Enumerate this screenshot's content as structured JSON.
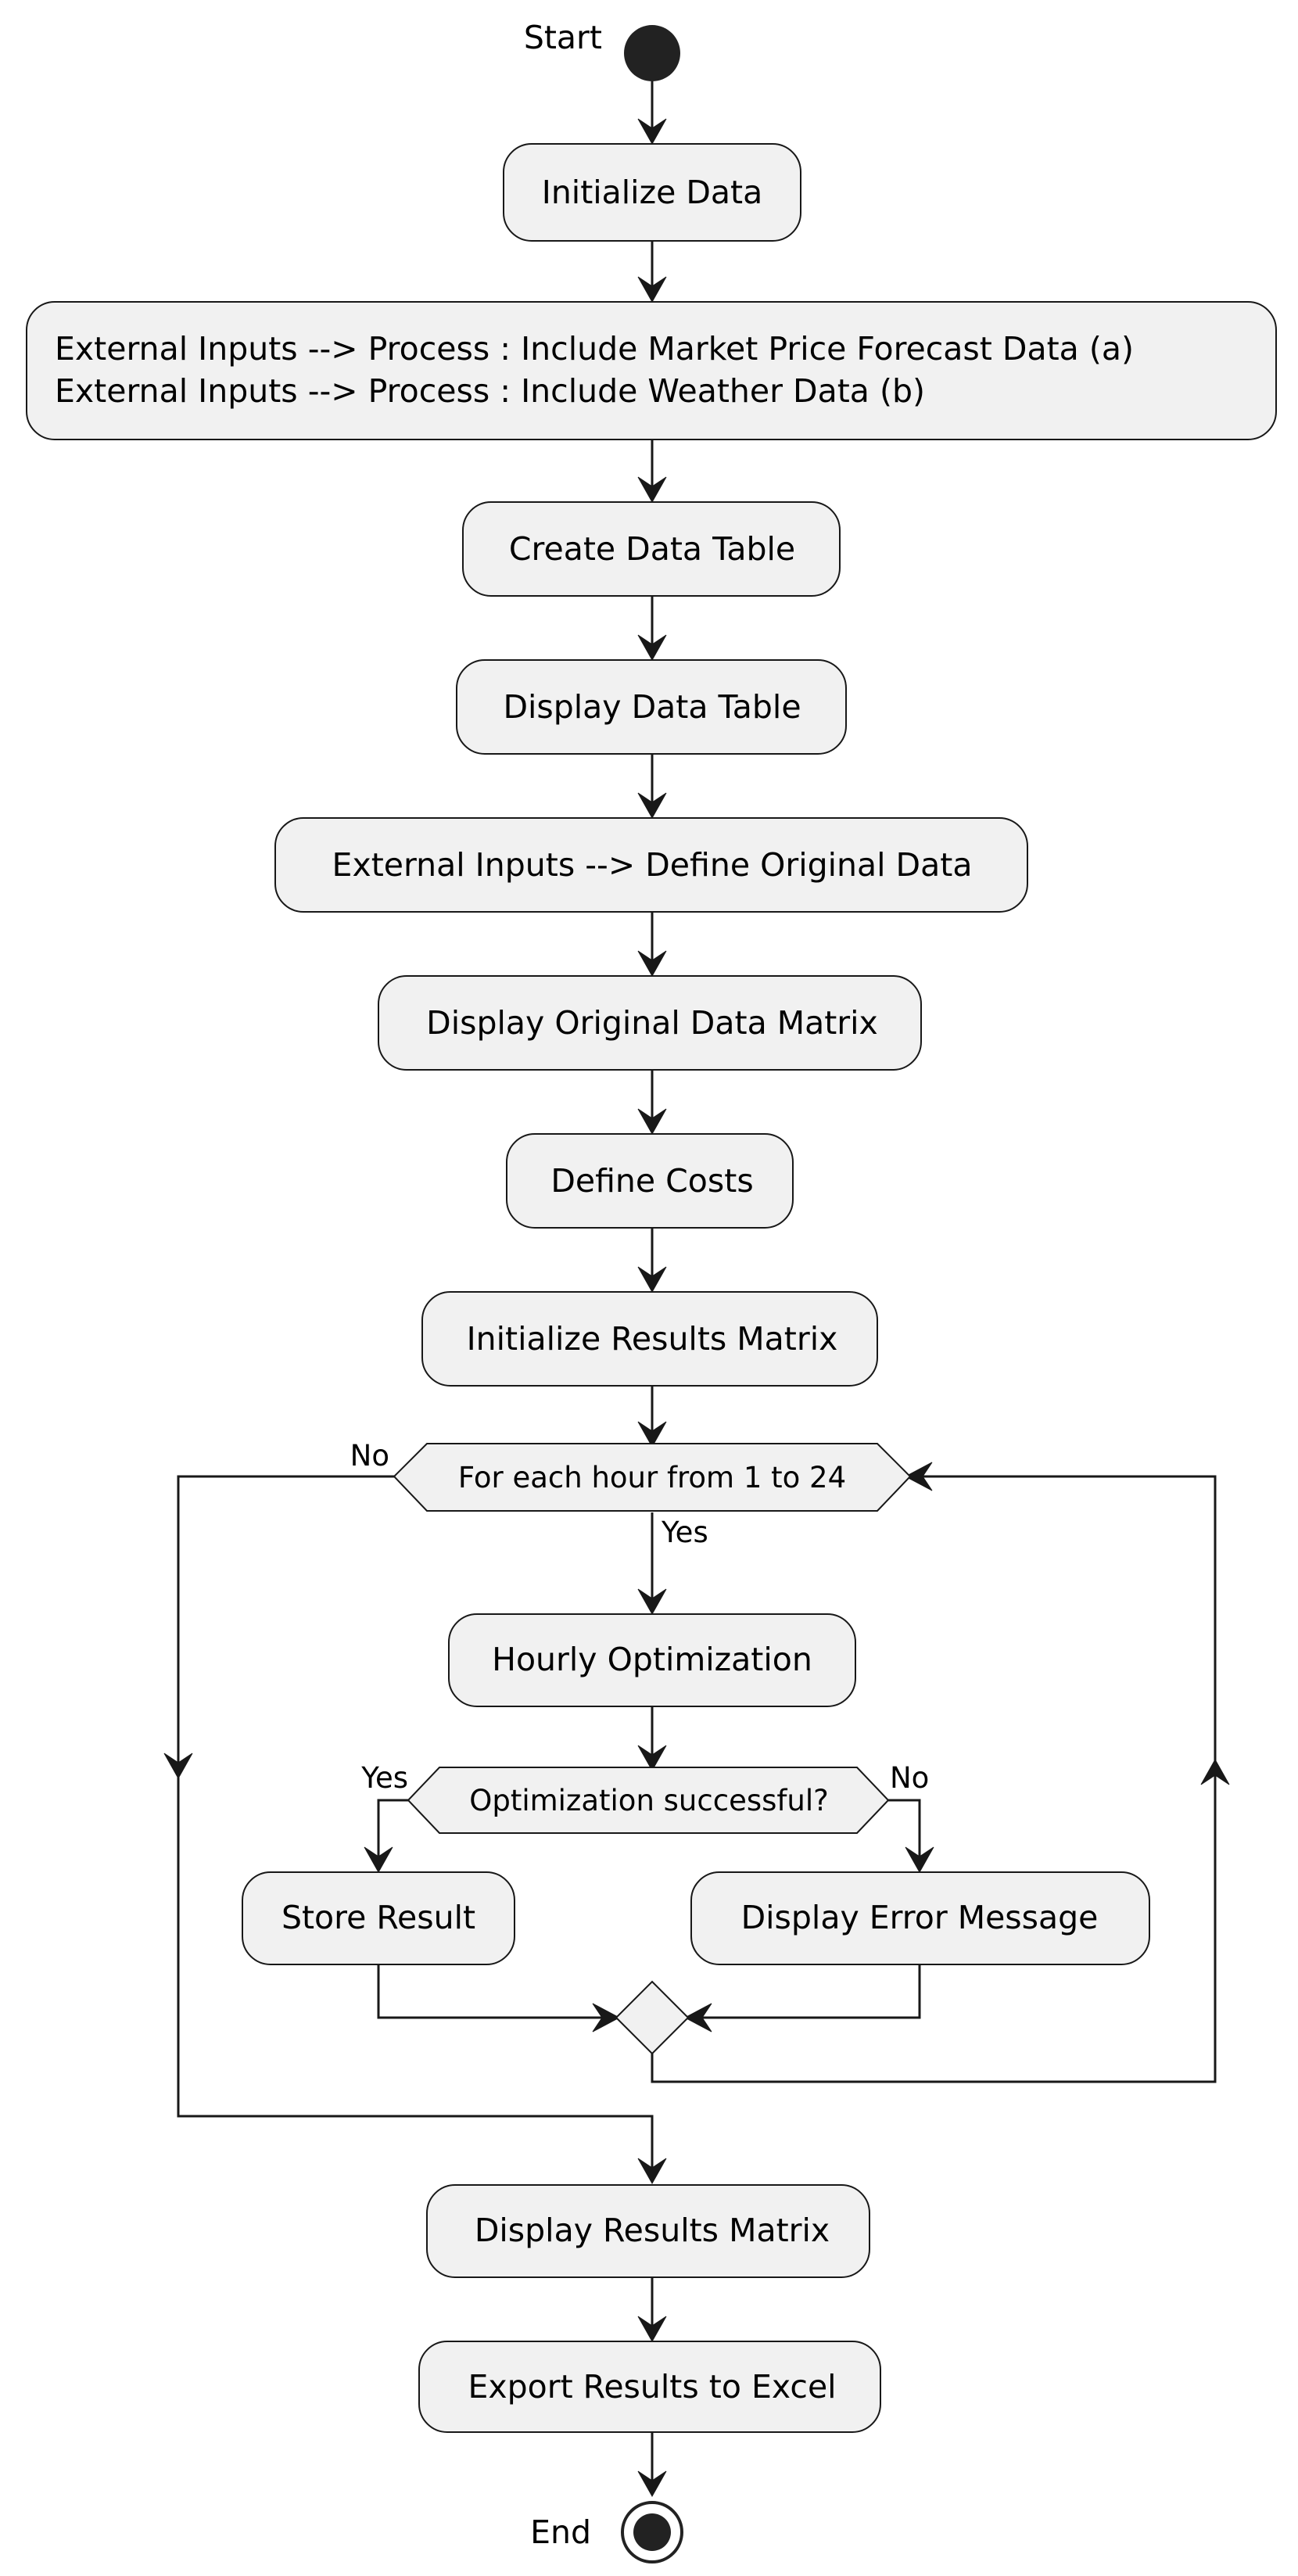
{
  "diagram": {
    "start_label": "Start",
    "end_label": "End",
    "steps": {
      "initialize_data": "Initialize Data",
      "external_inputs_line1": "External Inputs --> Process : Include Market Price Forecast Data (a)",
      "external_inputs_line2": "External Inputs --> Process : Include Weather Data (b)",
      "create_data_table": "Create Data Table",
      "display_data_table": "Display Data Table",
      "define_original_data": "External Inputs --> Define Original Data",
      "display_original_matrix": "Display Original Data Matrix",
      "define_costs": "Define Costs",
      "initialize_results": "Initialize Results Matrix",
      "hourly_optimization": "Hourly Optimization",
      "store_result": "Store Result",
      "display_error": "Display Error Message",
      "display_results": "Display Results Matrix",
      "export_results": "Export Results to Excel"
    },
    "decisions": {
      "loop": "For each hour from 1 to 24",
      "optimization": "Optimization successful?"
    },
    "guards": {
      "loop_yes": "Yes",
      "loop_no": "No",
      "opt_yes": "Yes",
      "opt_no": "No"
    }
  }
}
